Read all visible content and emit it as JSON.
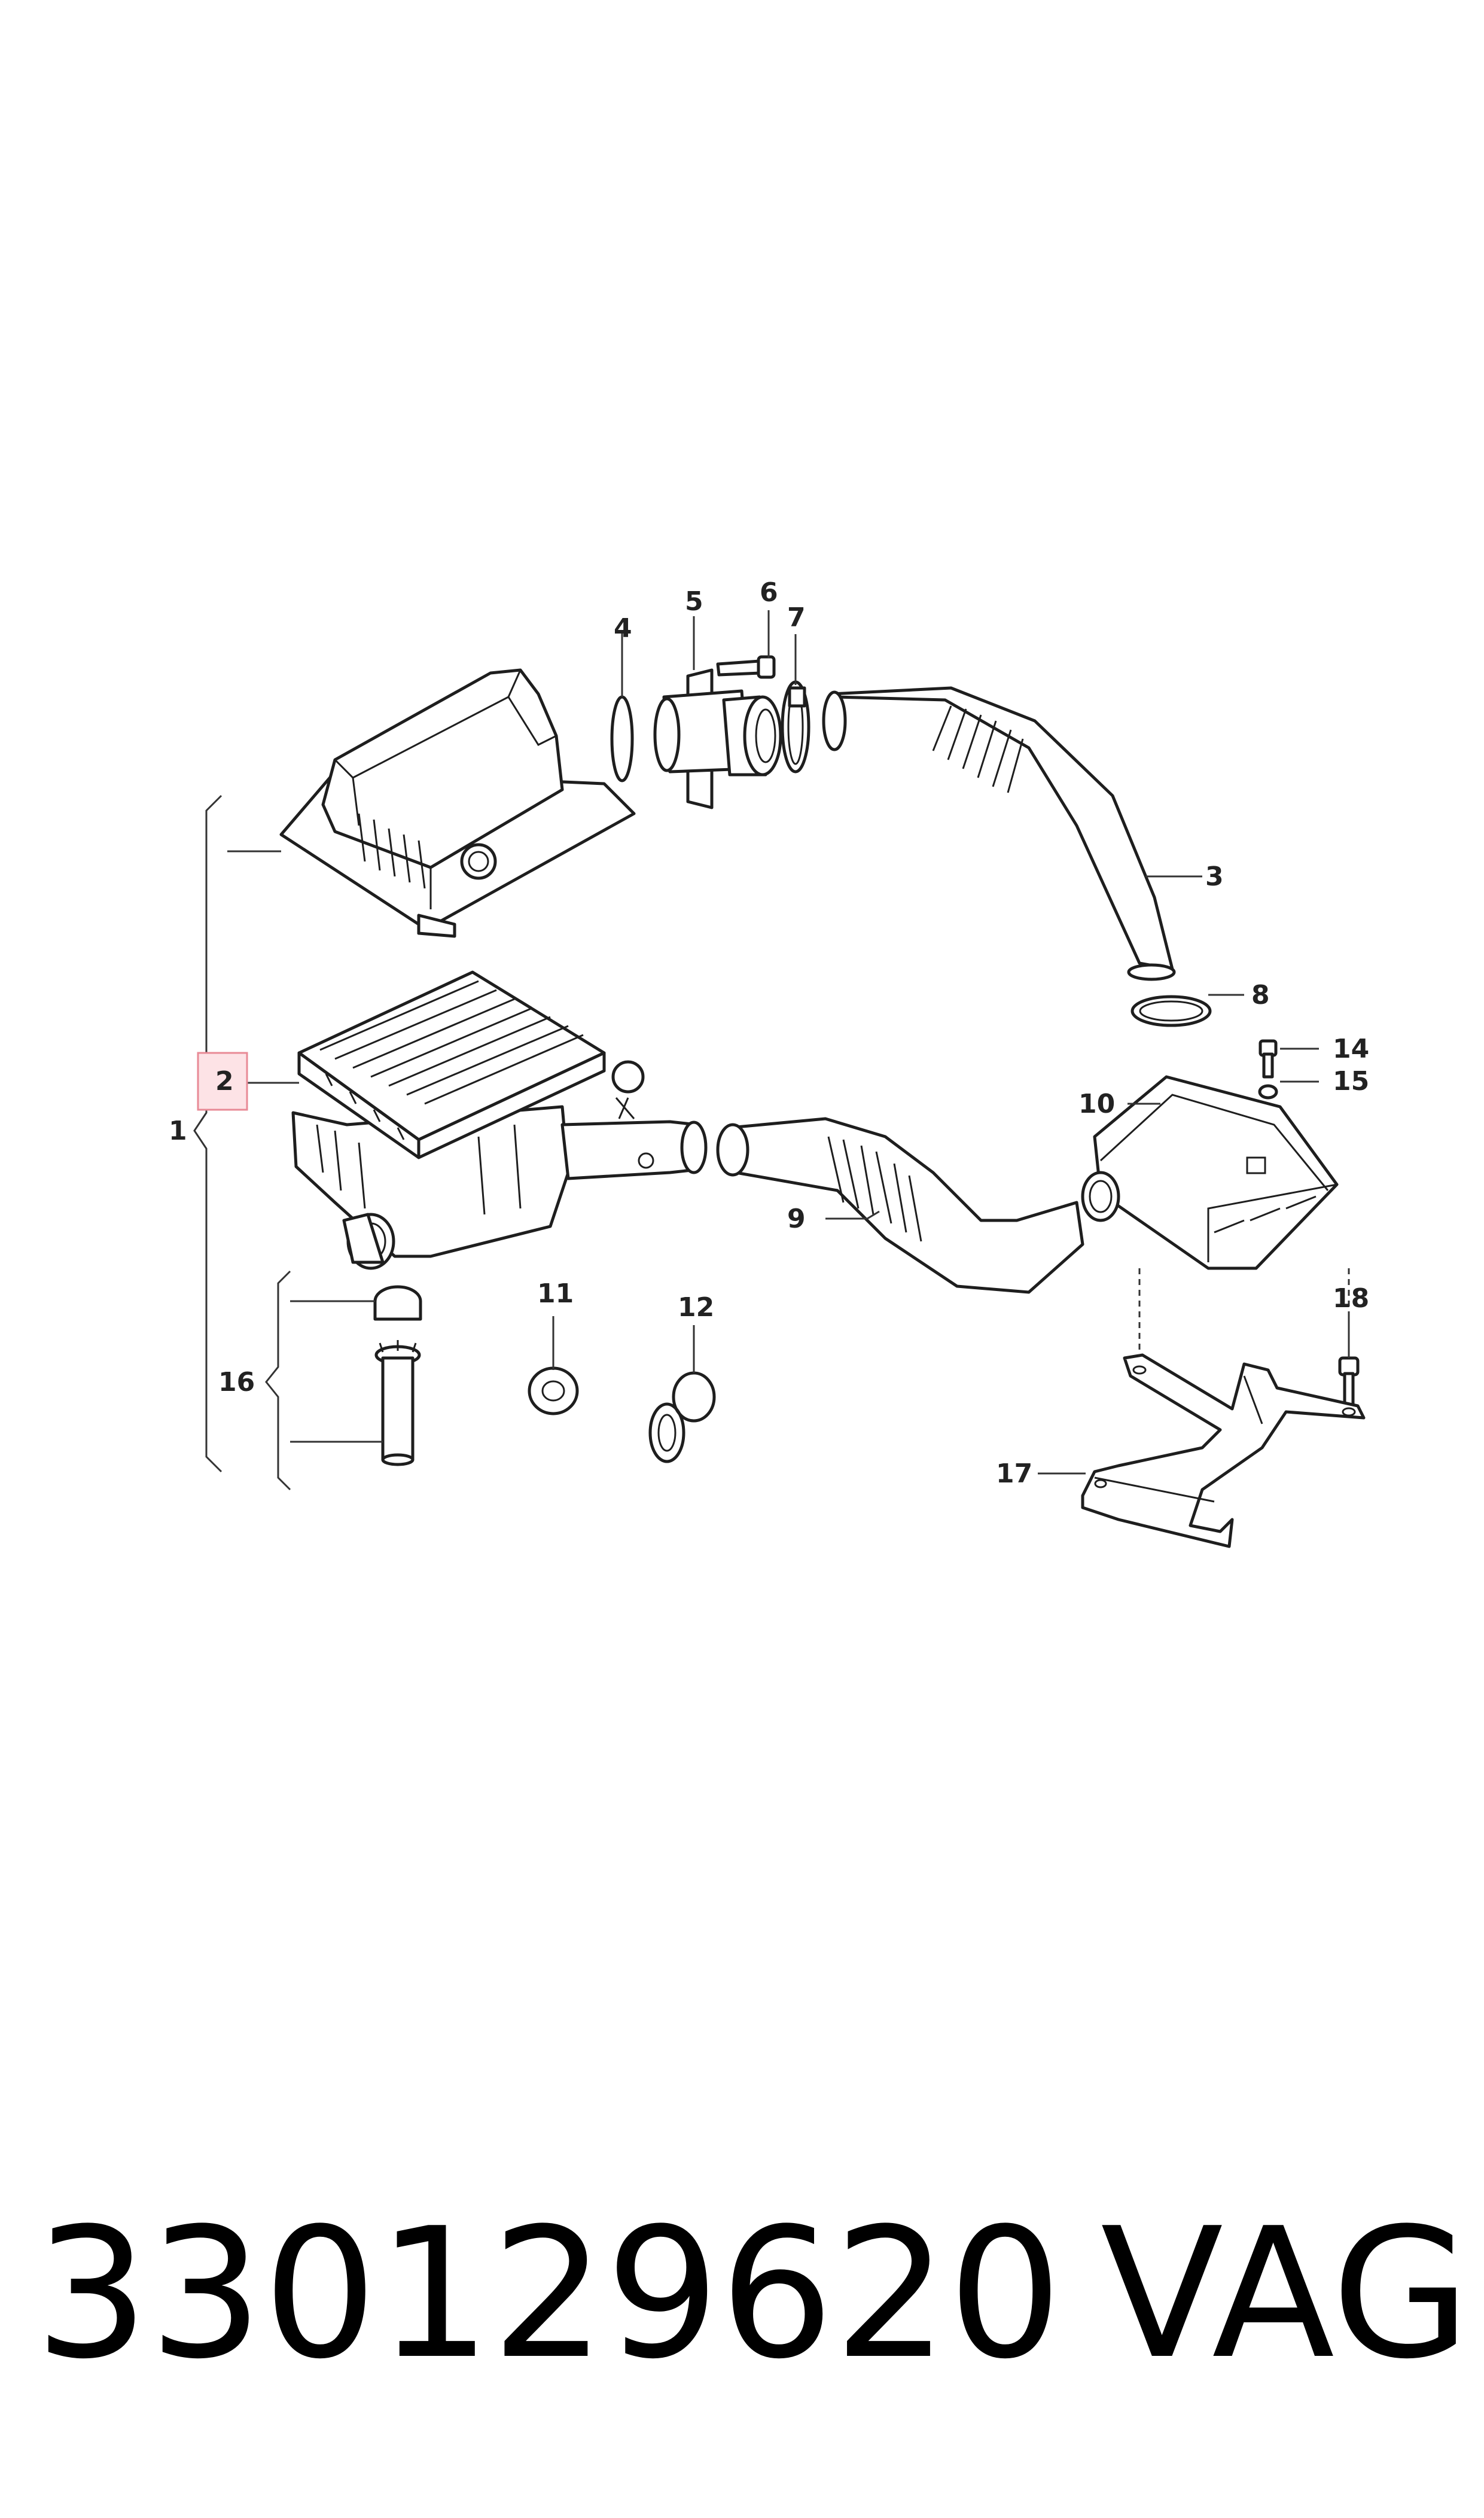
{
  "callouts": {
    "c1": "1",
    "c2": "2",
    "c3": "3",
    "c4": "4",
    "c5": "5",
    "c6": "6",
    "c7": "7",
    "c8": "8",
    "c9": "9",
    "c10": "10",
    "c11": "11",
    "c12": "12",
    "c14": "14",
    "c15": "15",
    "c16": "16",
    "c17": "17",
    "c18": "18"
  },
  "highlighted_callout": "2",
  "colors": {
    "highlight_fill": "#fde3e6",
    "highlight_stroke": "#e88a96",
    "line": "#1e1e1e"
  },
  "footer": {
    "part_number": "330129620",
    "brand": "VAG"
  }
}
